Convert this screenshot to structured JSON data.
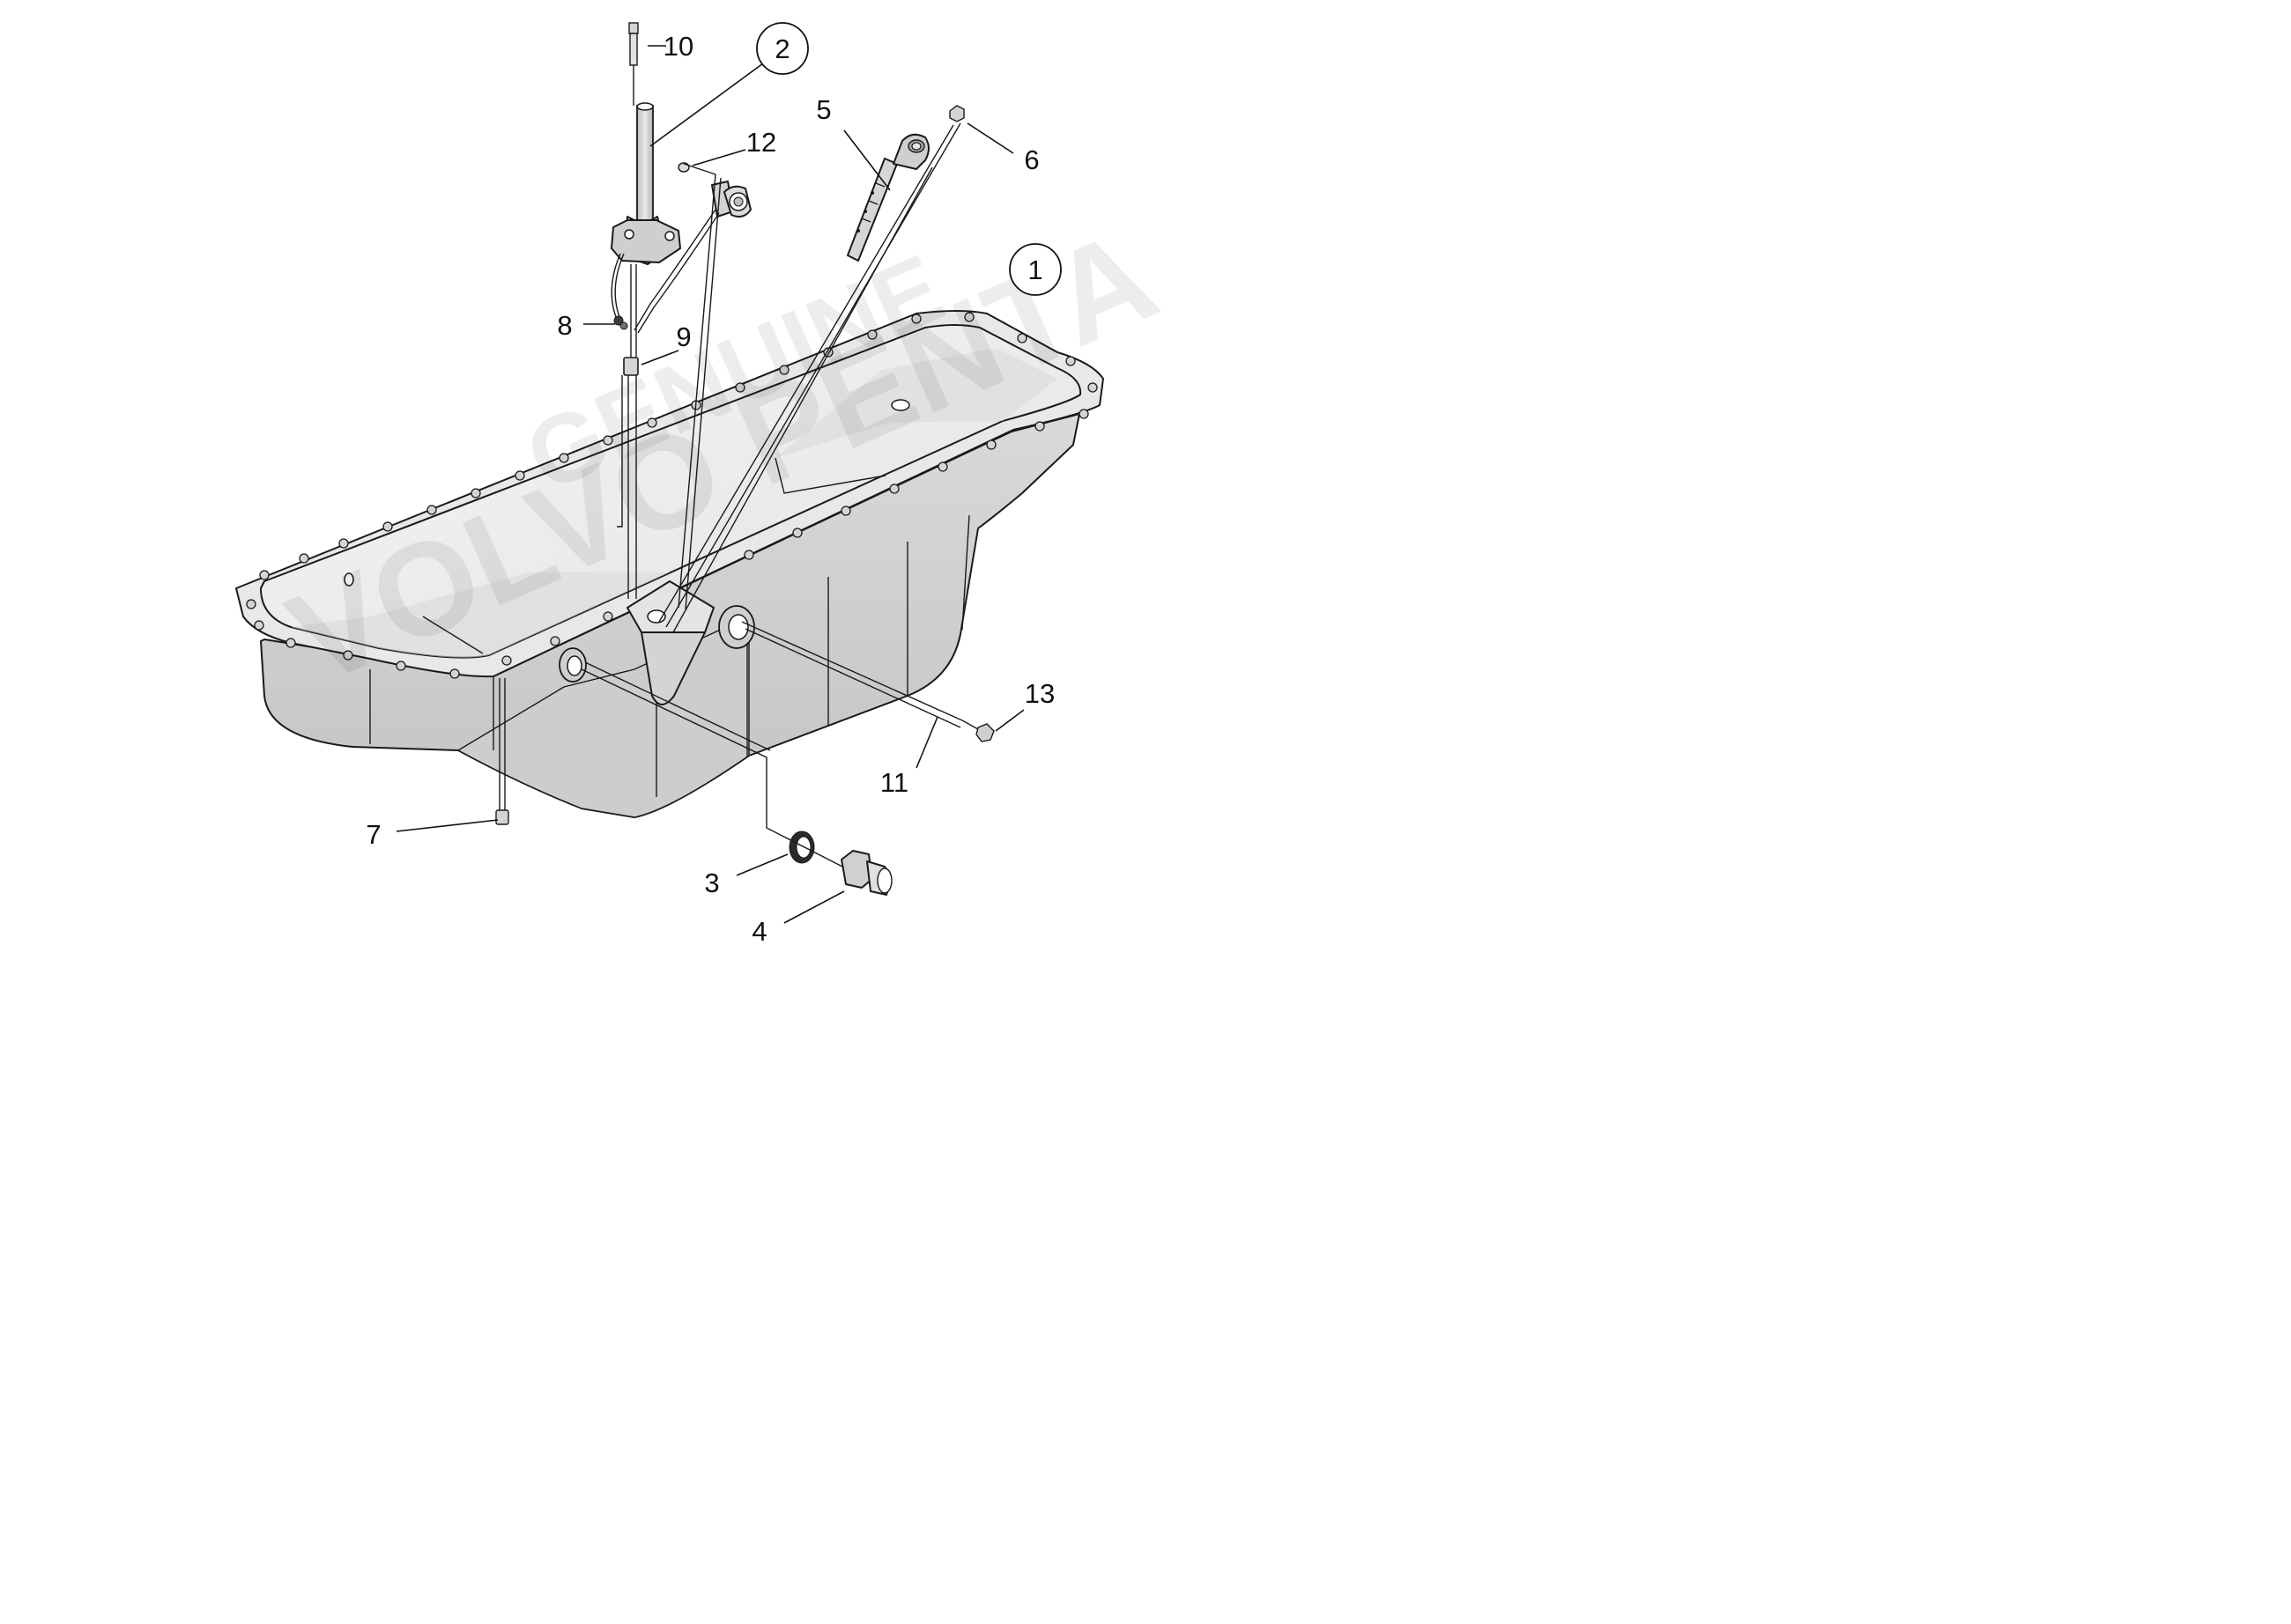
{
  "watermark": {
    "line1": "GENUINE",
    "line2": "VOLVO PENTA"
  },
  "callouts": {
    "c1": "1",
    "c2": "2",
    "c3": "3",
    "c4": "4",
    "c5": "5",
    "c6": "6",
    "c7": "7",
    "c8": "8",
    "c9": "9",
    "c10": "10",
    "c11": "11",
    "c12": "12",
    "c13": "13"
  },
  "colors": {
    "line": "#1a1a1a",
    "part_fill_light": "#e9e9e9",
    "part_fill_mid": "#d2d2d2",
    "part_fill_dark": "#bdbdbd",
    "background": "#ffffff"
  }
}
